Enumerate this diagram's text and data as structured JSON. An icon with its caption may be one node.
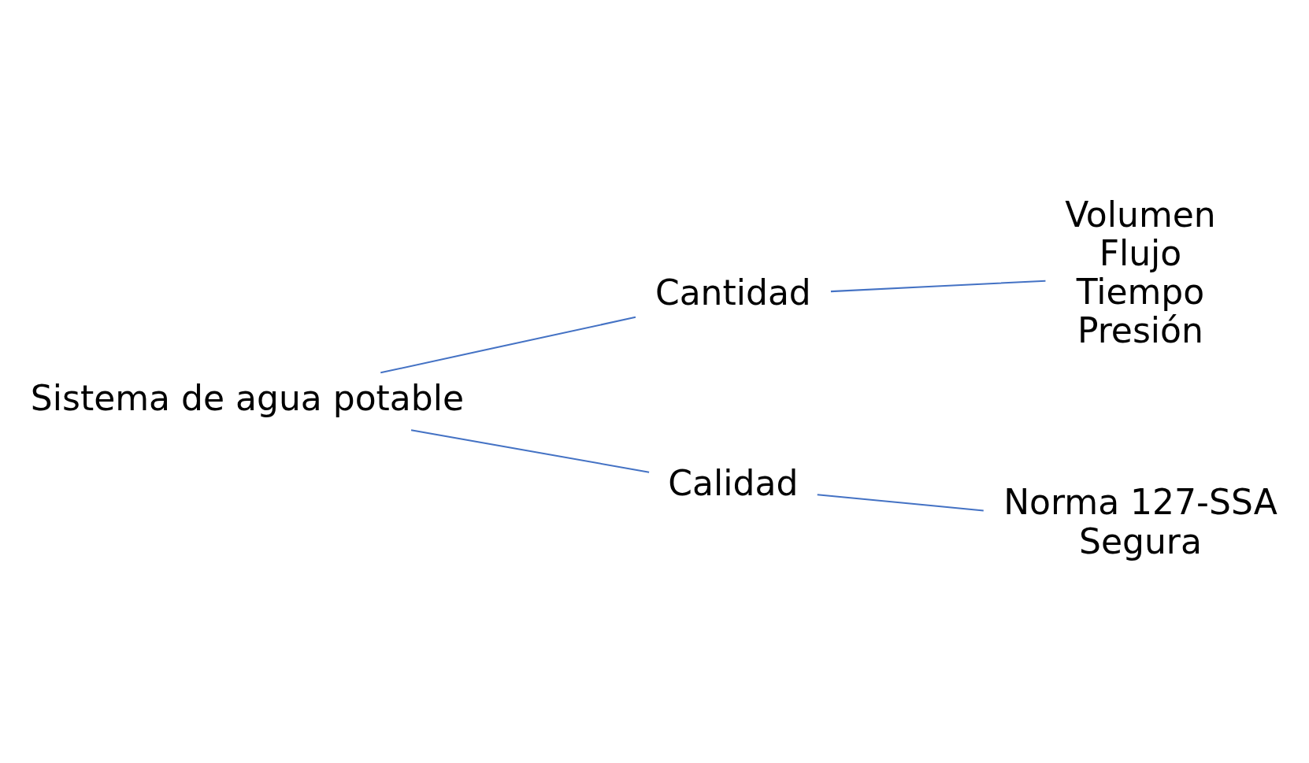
{
  "diagram": {
    "nodes": [
      {
        "text": [
          "Sistema de agua potable"
        ]
      },
      {
        "text": [
          "Cantidad"
        ]
      },
      {
        "text": [
          "Calidad"
        ]
      },
      {
        "text": [
          "Volumen",
          "Flujo",
          "Tiempo",
          "Presión"
        ]
      },
      {
        "text": [
          "Norma 127-SSA",
          "Segura"
        ]
      }
    ],
    "edges": [
      {
        "from": 0,
        "to": 1,
        "arrow": "none"
      },
      {
        "from": 0,
        "to": 2,
        "arrow": "none"
      },
      {
        "from": 1,
        "to": 3,
        "arrow": "none"
      },
      {
        "from": 2,
        "to": 4,
        "arrow": "none"
      }
    ]
  }
}
